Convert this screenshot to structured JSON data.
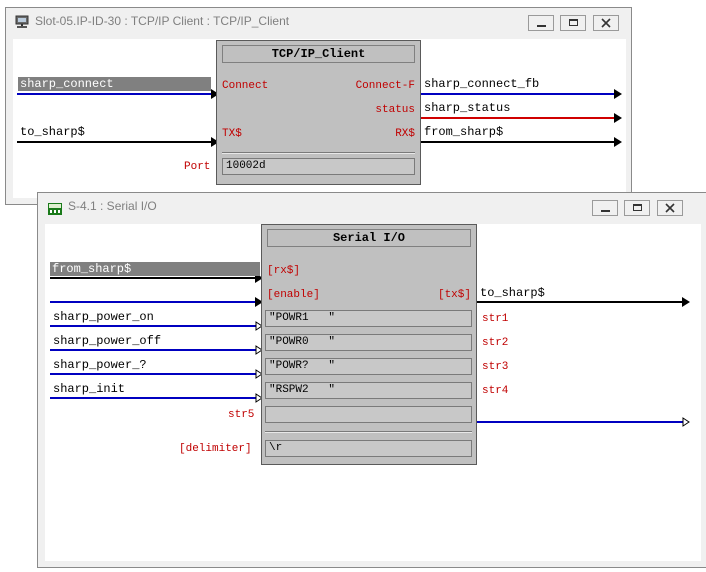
{
  "window1": {
    "title": "Slot-05.IP-ID-30 : TCP/IP Client : TCP/IP_Client",
    "icon": "network-computer-icon",
    "block": {
      "title": "TCP/IP_Client",
      "pins": {
        "connect": "Connect",
        "tx": "TX$",
        "connect_f": "Connect-F",
        "status": "status",
        "rx": "RX$",
        "port": "Port"
      },
      "port_value": "10002d"
    },
    "signals": {
      "in_connect": "sharp_connect",
      "in_tx": "to_sharp$",
      "out_connect_fb": "sharp_connect_fb",
      "out_status": "sharp_status",
      "out_rx": "from_sharp$"
    }
  },
  "window2": {
    "title": "S-4.1 : Serial I/O",
    "icon": "io-module-icon",
    "block": {
      "title": "Serial I/O",
      "pins": {
        "rx": "[rx$]",
        "enable": "[enable]",
        "tx": "[tx$]",
        "str1": "str1",
        "str2": "str2",
        "str3": "str3",
        "str4": "str4",
        "str5": "str5",
        "delimiter": "[delimiter]"
      },
      "params": [
        "\"POWR1   \"",
        "\"POWR0   \"",
        "\"POWR?   \"",
        "\"RSPW2   \""
      ],
      "delimiter_value": "\\r"
    },
    "signals": {
      "in_rx": "from_sharp$",
      "in_power_on": "sharp_power_on",
      "in_power_off": "sharp_power_off",
      "in_power_q": "sharp_power_?",
      "in_init": "sharp_init",
      "out_tx": "to_sharp$"
    }
  },
  "colors": {
    "digital_signal": "#0000c0",
    "analog_signal": "#d00000",
    "serial_signal": "#000000",
    "pin_label": "#c00000"
  }
}
